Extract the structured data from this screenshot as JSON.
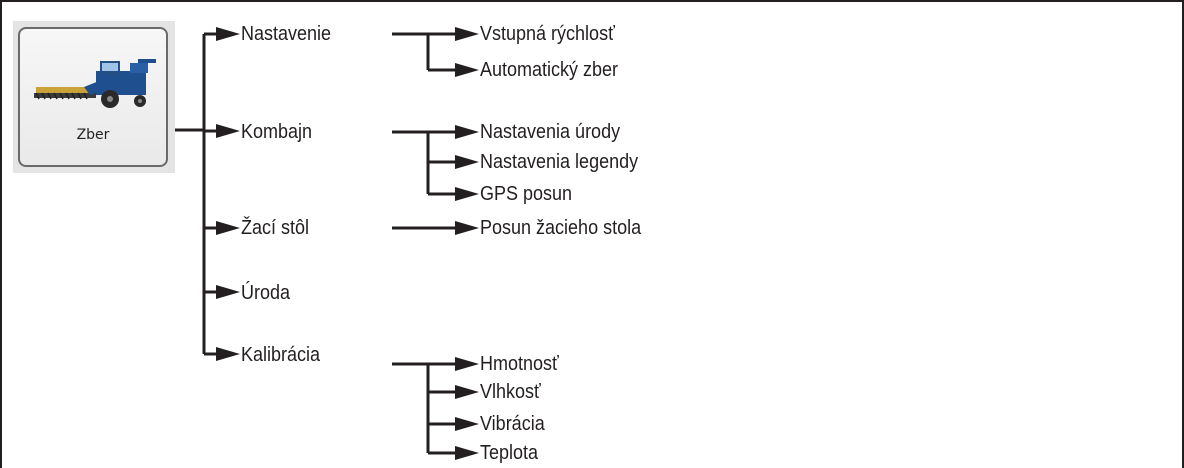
{
  "app_button": {
    "label": "Zber",
    "icon": "combine-harvester-icon"
  },
  "colors": {
    "line": "#231f20",
    "combine_body": "#1f4f8f",
    "header": "#c9a33a"
  },
  "tree": [
    {
      "label": "Nastavenie",
      "children": [
        "Vstupná rýchlosť",
        "Automatický zber"
      ]
    },
    {
      "label": "Kombajn",
      "children": [
        "Nastavenia úrody",
        "Nastavenia legendy",
        "GPS posun"
      ]
    },
    {
      "label": "Žací stôl",
      "children": [
        "Posun žacieho stola"
      ]
    },
    {
      "label": "Úroda",
      "children": []
    },
    {
      "label": "Kalibrácia",
      "children": [
        "Hmotnosť",
        "Vlhkosť",
        "Vibrácia",
        "Teplota"
      ]
    }
  ]
}
